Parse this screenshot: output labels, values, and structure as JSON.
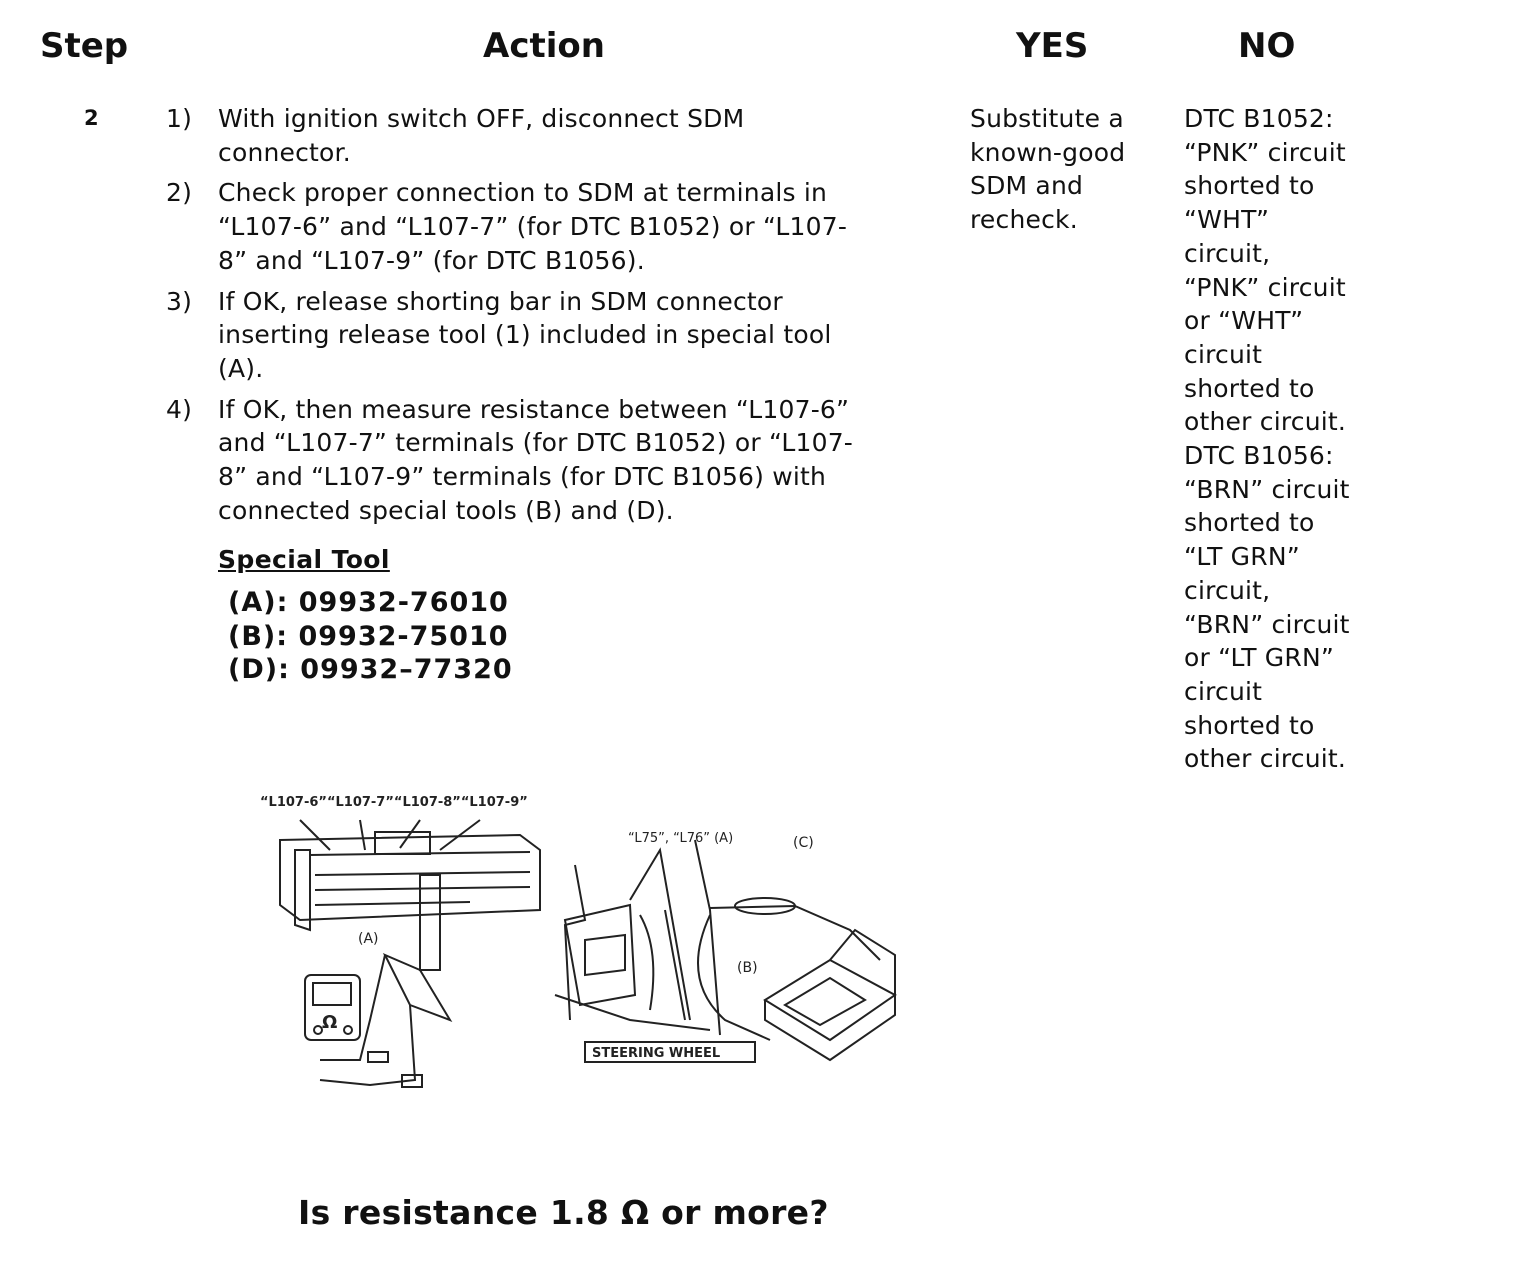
{
  "headers": {
    "step": "Step",
    "action": "Action",
    "yes": "YES",
    "no": "NO"
  },
  "step_number": "2",
  "actions": [
    {
      "num": "1)",
      "text": "With ignition switch OFF, disconnect SDM\nconnector."
    },
    {
      "num": "2)",
      "text": "Check proper connection to SDM at terminals in\n“L107-6” and “L107-7” (for DTC B1052) or “L107-\n8” and “L107-9” (for DTC B1056)."
    },
    {
      "num": "3)",
      "text": "If OK, release shorting bar in SDM connector\ninserting release tool (1) included in special tool\n(A)."
    },
    {
      "num": "4)",
      "text": "If OK, then measure resistance between “L107-6”\nand “L107-7” terminals (for DTC B1052) or “L107-\n8” and “L107-9” terminals (for DTC B1056) with\nconnected special tools (B) and (D)."
    }
  ],
  "special_tool": {
    "title": "Special Tool",
    "items": [
      "(A): 09932-76010",
      "(B): 09932-75010",
      "(D): 09932–77320"
    ]
  },
  "yes_text": "Substitute a\nknown-good\nSDM and\nrecheck.",
  "no_text": "DTC B1052:\n“PNK” circuit\nshorted to\n“WHT”\ncircuit,\n“PNK” circuit\nor “WHT”\ncircuit\nshorted to\nother circuit.\nDTC B1056:\n“BRN” circuit\nshorted to\n“LT GRN”\ncircuit,\n“BRN” circuit\nor “LT GRN”\ncircuit\nshorted to\nother circuit.",
  "figure": {
    "terminal_label": "“L107-6”“L107-7”“L107-8”“L107-9”",
    "label_a_left": "(A)",
    "connector_label": "“L75”, “L76”  (A)",
    "label_c": "(C)",
    "label_b": "(B)",
    "steering_label": "STEERING WHEEL",
    "ohm_symbol": "Ω"
  },
  "question": "Is resistance 1.8 Ω or more?"
}
